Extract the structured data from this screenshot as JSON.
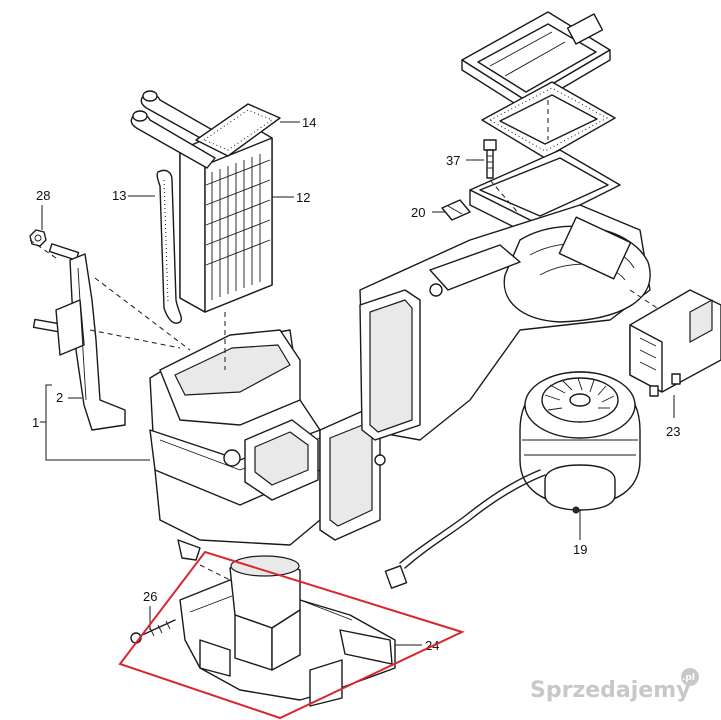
{
  "diagram": {
    "callouts": [
      "1",
      "2",
      "12",
      "13",
      "14",
      "19",
      "20",
      "23",
      "24",
      "26",
      "28",
      "37"
    ],
    "highlight_color": "#d9262f",
    "parts": [
      "heater-core",
      "heater-gasket",
      "heater-seal-strip",
      "heater-housing",
      "blower-motor",
      "blower-housing",
      "resistor-module",
      "air-duct",
      "screw",
      "nut",
      "bolt",
      "filter-frame",
      "filter-seal"
    ]
  },
  "watermark": {
    "text": "Sprzedajemy",
    "badge": ".pl"
  }
}
